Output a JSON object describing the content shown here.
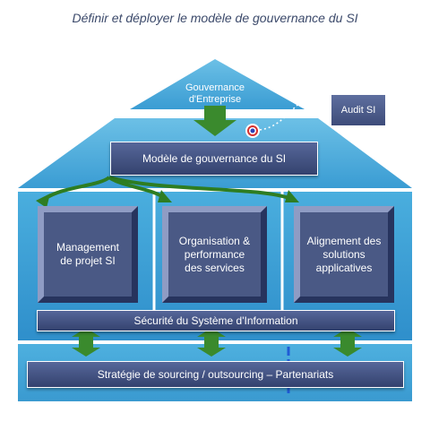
{
  "title": "Définir et déployer le modèle de gouvernance du SI",
  "roof": {
    "label_line1": "Gouvernance",
    "label_line2": "d'Entreprise"
  },
  "audit": {
    "label": "Audit SI"
  },
  "model": {
    "label": "Modèle de gouvernance du SI"
  },
  "pillars": [
    {
      "line1": "Management",
      "line2": "de projet SI",
      "line3": ""
    },
    {
      "line1": "Organisation  &",
      "line2": "performance",
      "line3": "des services"
    },
    {
      "line1": "Alignement des",
      "line2": "solutions",
      "line3": "applicatives"
    }
  ],
  "security": {
    "label": "Sécurité du Système d'Information"
  },
  "sourcing": {
    "label": "Stratégie de sourcing / outsourcing – Partenariats"
  },
  "colors": {
    "house_blue": "#3b9fd4",
    "box_dark": "#3b4a78",
    "arrow_green": "#3b8a2e"
  }
}
